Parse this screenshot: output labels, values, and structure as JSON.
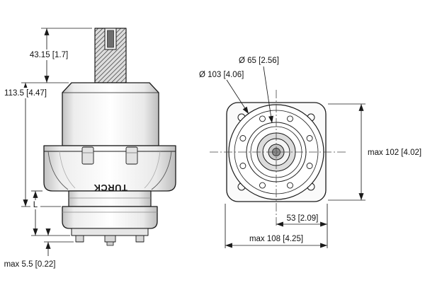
{
  "page": {
    "background": "#ffffff"
  },
  "drawing": {
    "brand": "TURCK",
    "colors": {
      "line": "#1a1a1a",
      "shade": "#dcdcdc",
      "hatch": "#3c3c3c"
    },
    "dims": {
      "shaft_len": "43.15 [1.7]",
      "height": "113.5 [4.47]",
      "length": "L",
      "pin": "max 5.5 [0.22]",
      "dia65": "Ø 65 [2.56]",
      "dia103": "Ø 103 [4.06]",
      "max102": "max 102 [4.02]",
      "d53": "53 [2.09]",
      "max108": "max 108 [4.25]"
    }
  }
}
